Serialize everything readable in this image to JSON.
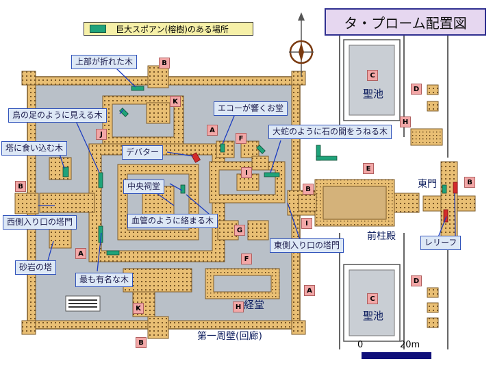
{
  "title": "タ・プローム配置図",
  "legend": {
    "label": "巨大スポアン(榕樹)のある場所"
  },
  "callouts": {
    "upper_broken": "上部が折れた木",
    "bird_foot": "鳥の足のように見える木",
    "echo_hall": "エコーが響くお堂",
    "snake_tree": "大蛇のように石の間をうねる木",
    "tower_bite": "塔に食い込む木",
    "devata": "デバター",
    "central": "中央祠堂",
    "west_gate": "西側入り口の塔門",
    "blood_vessel": "血管のように絡まる木",
    "east_gate": "東側入り口の塔門",
    "sandstone": "砂岩の塔",
    "most_famous": "最も有名な木",
    "relief": "レリーフ"
  },
  "area_labels": {
    "holy_pond_top": "聖池",
    "holy_pond_bottom": "聖池",
    "east_gate": "東門",
    "front_hall": "前柱殿",
    "library": "経堂",
    "first_wall": "第一周壁(回廊)"
  },
  "letters": {
    "b_top": "B",
    "k_top": "K",
    "a_mid": "A",
    "f_mid": "F",
    "i_mid": "I",
    "j": "J",
    "b_west": "B",
    "a_west": "A",
    "g": "G",
    "f_low": "F",
    "h_lib": "H",
    "k_low": "K",
    "b_bottom": "B",
    "a_se": "A",
    "i_east": "I",
    "b_east": "B",
    "e": "E",
    "c_top": "C",
    "d_top": "D",
    "h_top": "H",
    "c_bottom": "C",
    "d_bottom": "D",
    "b_gate": "B"
  },
  "scale": {
    "zero": "0",
    "twenty": "20m"
  },
  "colors": {
    "sandstone": "#e9bf74",
    "courtyard": "#b9c0c8",
    "pond": "#c9ced4",
    "tree": "#1fa37a",
    "relief": "#d22b2b",
    "callout_line": "#1c3cc0",
    "wall_outline": "#7a5a2a"
  },
  "icons": [
    "compass-rose-icon"
  ]
}
